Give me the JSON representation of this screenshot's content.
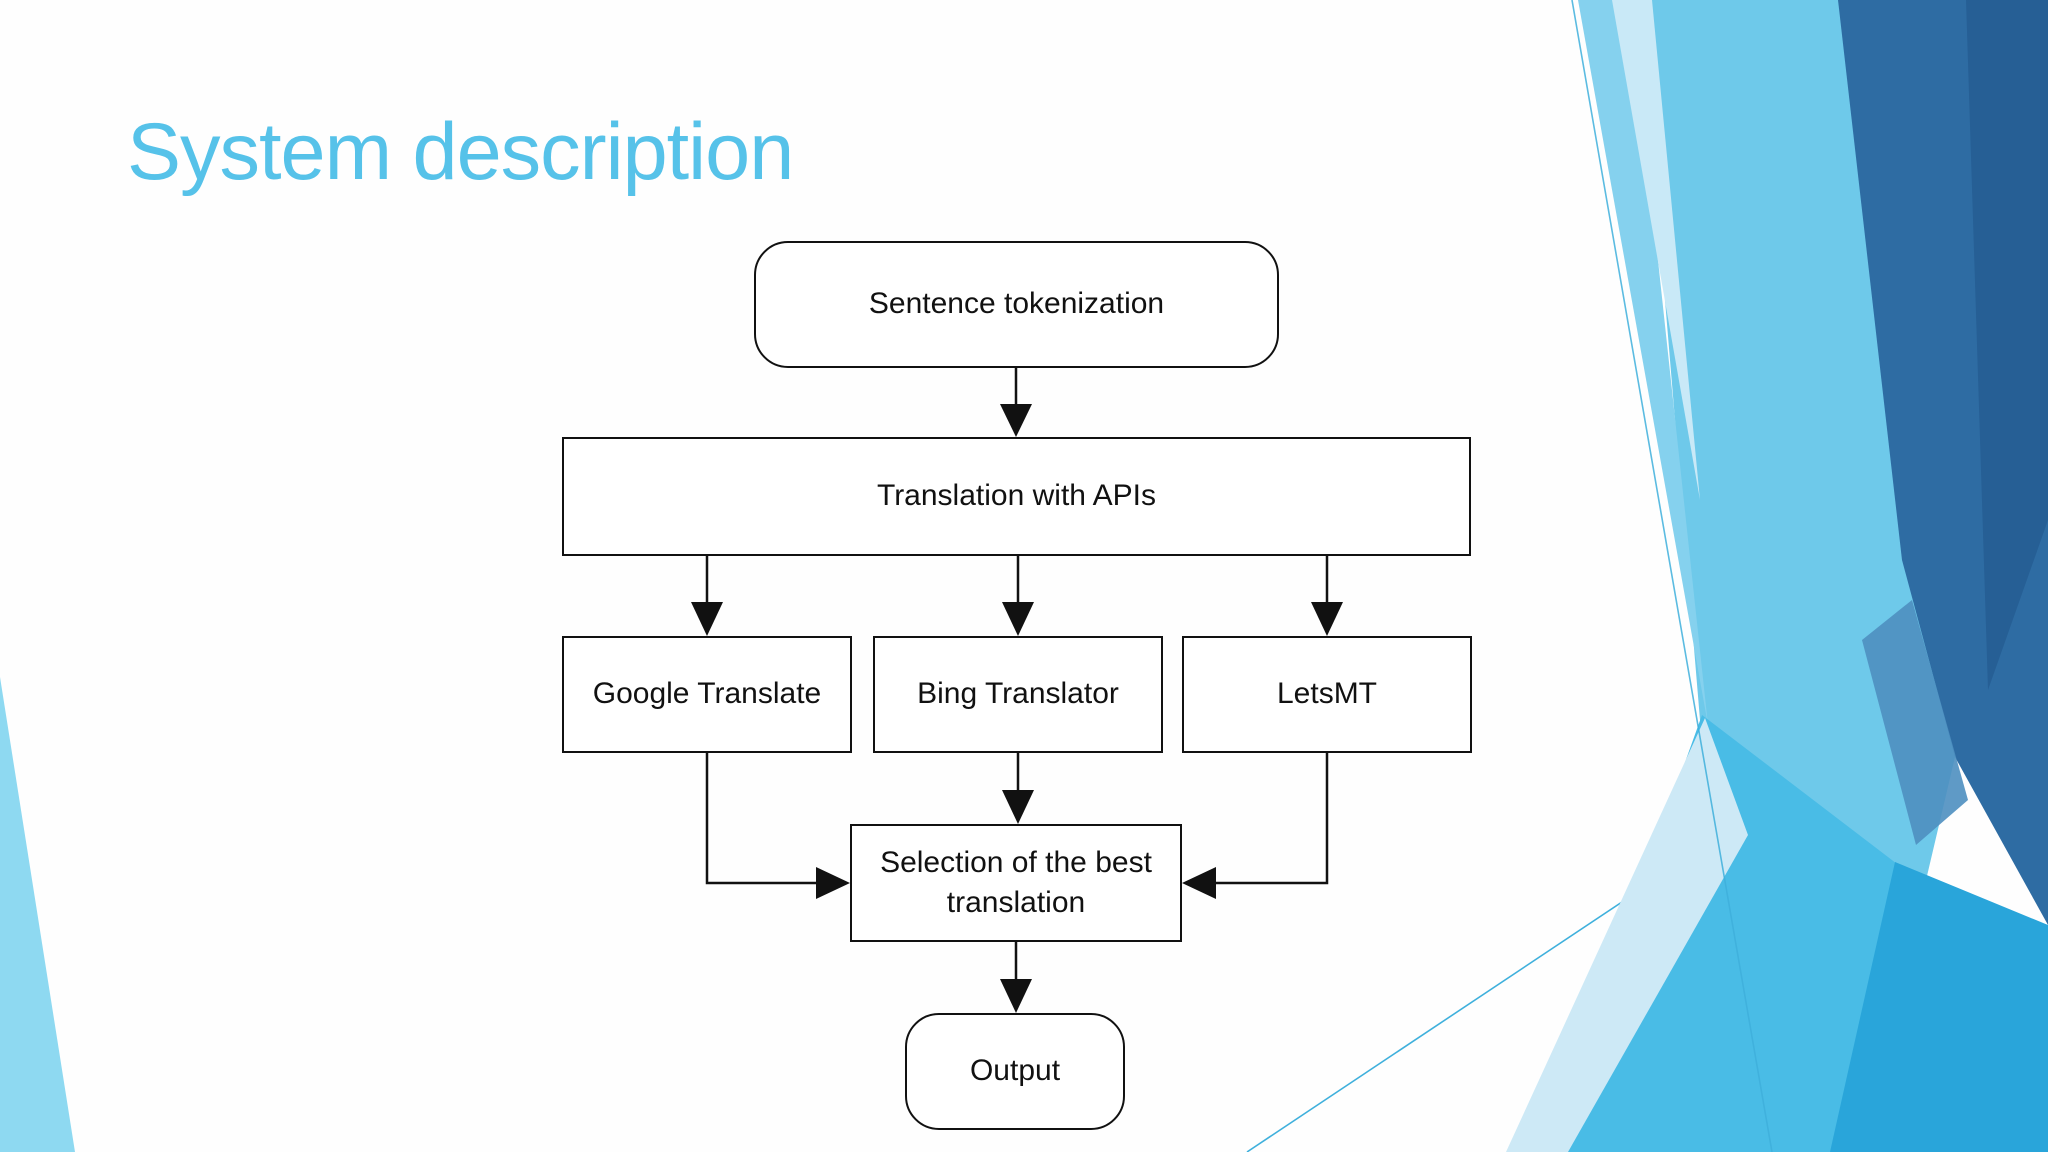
{
  "slide": {
    "title": "System description"
  },
  "theme": {
    "title_color": "#56c2e9",
    "diagram_line_color": "#111111",
    "node_fill": "#ffffff",
    "thin_line_color": "#3fb0dc",
    "facets": [
      "#6ec9ea",
      "#85d1ee",
      "#c9e9f7",
      "#49bce6",
      "#29a5da",
      "#cde9f6",
      "#2e6ca3",
      "#265f95",
      "#4e8fc0",
      "#8ed9f1"
    ]
  },
  "diagram": {
    "nodes": [
      {
        "label": "Sentence tokenization",
        "shape": "rounded"
      },
      {
        "label": "Translation with APIs",
        "shape": "rectangle"
      },
      {
        "label": "Google Translate",
        "shape": "rectangle"
      },
      {
        "label": "Bing Translator",
        "shape": "rectangle"
      },
      {
        "label": "LetsMT",
        "shape": "rectangle"
      },
      {
        "label": "Selection of the best translation",
        "shape": "rectangle"
      },
      {
        "label": "Output",
        "shape": "rounded"
      }
    ],
    "edges": [
      {
        "from": "Sentence tokenization",
        "to": "Translation with APIs"
      },
      {
        "from": "Translation with APIs",
        "to": "Google Translate"
      },
      {
        "from": "Translation with APIs",
        "to": "Bing Translator"
      },
      {
        "from": "Translation with APIs",
        "to": "LetsMT"
      },
      {
        "from": "Google Translate",
        "to": "Selection of the best translation"
      },
      {
        "from": "Bing Translator",
        "to": "Selection of the best translation"
      },
      {
        "from": "LetsMT",
        "to": "Selection of the best translation"
      },
      {
        "from": "Selection of the best translation",
        "to": "Output"
      }
    ]
  }
}
